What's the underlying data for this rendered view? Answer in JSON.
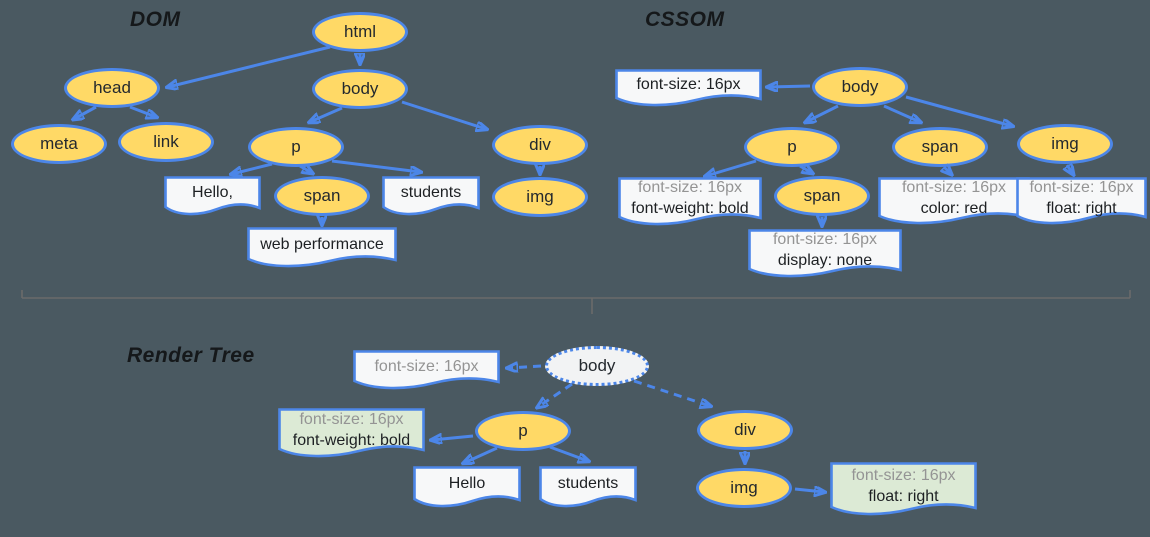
{
  "colors": {
    "background": "#4A5961",
    "node_fill": "#FFD966",
    "node_border": "#4C86E8",
    "arrow": "#4C86E8",
    "box_fill": "#F7F8F9",
    "green_box_fill": "#DCEAD5",
    "inherited_text_gray": "#949494",
    "divider_gray": "#6B6B6B"
  },
  "dom": {
    "title": "DOM",
    "nodes": {
      "html": "html",
      "head": "head",
      "body": "body",
      "meta": "meta",
      "link": "link",
      "p": "p",
      "div": "div",
      "span": "span",
      "img": "img"
    },
    "texts": {
      "hello": "Hello,",
      "students": "students",
      "web_performance": "web performance"
    }
  },
  "cssom": {
    "title": "CSSOM",
    "nodes": {
      "body": "body",
      "p": "p",
      "span_body": "span",
      "img": "img",
      "span_p": "span"
    },
    "rules": {
      "body": {
        "line1": "font-size: 16px"
      },
      "p": {
        "line1": "font-size: 16px",
        "line2": "font-weight: bold"
      },
      "span_p": {
        "line1": "font-size: 16px",
        "line2": "display: none"
      },
      "span_body": {
        "line1": "font-size: 16px",
        "line2": "color: red"
      },
      "img": {
        "line1": "font-size: 16px",
        "line2": "float: right"
      }
    }
  },
  "render_tree": {
    "title": "Render Tree",
    "nodes": {
      "body": "body",
      "p": "p",
      "div": "div",
      "img": "img"
    },
    "texts": {
      "hello": "Hello",
      "students": "students"
    },
    "rules": {
      "body": {
        "line1": "font-size: 16px"
      },
      "p": {
        "line1": "font-size: 16px",
        "line2": "font-weight: bold"
      },
      "img": {
        "line1": "font-size: 16px",
        "line2": "float: right"
      }
    }
  }
}
